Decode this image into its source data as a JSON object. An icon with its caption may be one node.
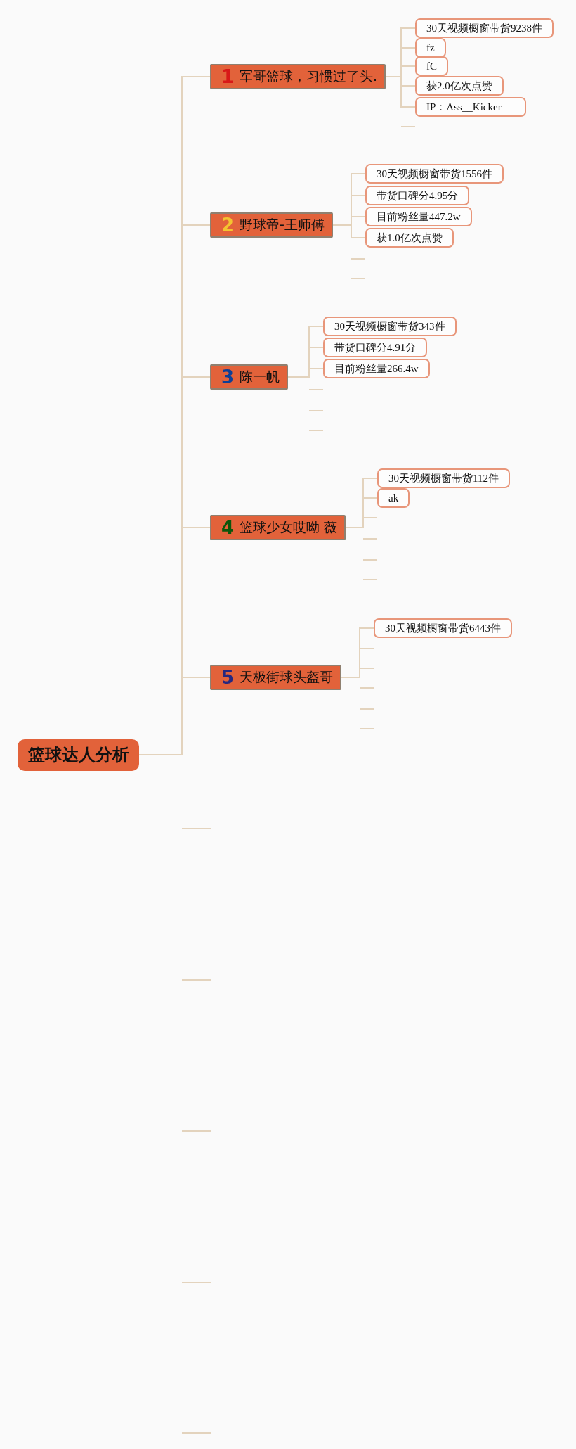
{
  "diagram": {
    "nodes": [
      {
        "text": [
          "篮球达人分析"
        ]
      },
      {
        "text": [
          "1",
          "军哥篮球，习惯过了头."
        ]
      },
      {
        "text": [
          "30天视频橱窗带货9238件"
        ]
      },
      {
        "text": [
          "fz"
        ]
      },
      {
        "text": [
          "fC"
        ]
      },
      {
        "text": [
          "获2.0亿次点赞"
        ]
      },
      {
        "text": [
          "IP：Ass__Kicker"
        ]
      },
      {
        "text": [
          "2",
          "野球帝-王师傅"
        ]
      },
      {
        "text": [
          "30天视频橱窗带货1556件"
        ]
      },
      {
        "text": [
          "带货口碑分4.95分"
        ]
      },
      {
        "text": [
          "目前粉丝量447.2w"
        ]
      },
      {
        "text": [
          "获1.0亿次点赞"
        ]
      },
      {
        "text": [
          "3",
          "陈一帆"
        ]
      },
      {
        "text": [
          "30天视频橱窗带货343件"
        ]
      },
      {
        "text": [
          "带货口碑分4.91分"
        ]
      },
      {
        "text": [
          "目前粉丝量266.4w"
        ]
      },
      {
        "text": [
          "4",
          "篮球少女哎呦 薇"
        ]
      },
      {
        "text": [
          "30天视频橱窗带货112件"
        ]
      },
      {
        "text": [
          "ak"
        ]
      },
      {
        "text": [
          "5",
          "天极街球头盔哥"
        ]
      },
      {
        "text": [
          "30天视频橱窗带货6443件"
        ]
      }
    ],
    "edges": [
      {
        "from": 0,
        "to": 1,
        "arrow": "none"
      },
      {
        "from": 0,
        "to": 7,
        "arrow": "none"
      },
      {
        "from": 0,
        "to": 12,
        "arrow": "none"
      },
      {
        "from": 0,
        "to": 16,
        "arrow": "none"
      },
      {
        "from": 0,
        "to": 19,
        "arrow": "none"
      },
      {
        "from": 1,
        "to": 2,
        "arrow": "none"
      },
      {
        "from": 1,
        "to": 3,
        "arrow": "none"
      },
      {
        "from": 1,
        "to": 4,
        "arrow": "none"
      },
      {
        "from": 1,
        "to": 5,
        "arrow": "none"
      },
      {
        "from": 1,
        "to": 6,
        "arrow": "none"
      },
      {
        "from": 7,
        "to": 8,
        "arrow": "none"
      },
      {
        "from": 7,
        "to": 9,
        "arrow": "none"
      },
      {
        "from": 7,
        "to": 10,
        "arrow": "none"
      },
      {
        "from": 7,
        "to": 11,
        "arrow": "none"
      },
      {
        "from": 12,
        "to": 13,
        "arrow": "none"
      },
      {
        "from": 12,
        "to": 14,
        "arrow": "none"
      },
      {
        "from": 12,
        "to": 15,
        "arrow": "none"
      },
      {
        "from": 16,
        "to": 17,
        "arrow": "none"
      },
      {
        "from": 16,
        "to": 18,
        "arrow": "none"
      },
      {
        "from": 19,
        "to": 20,
        "arrow": "none"
      }
    ]
  }
}
